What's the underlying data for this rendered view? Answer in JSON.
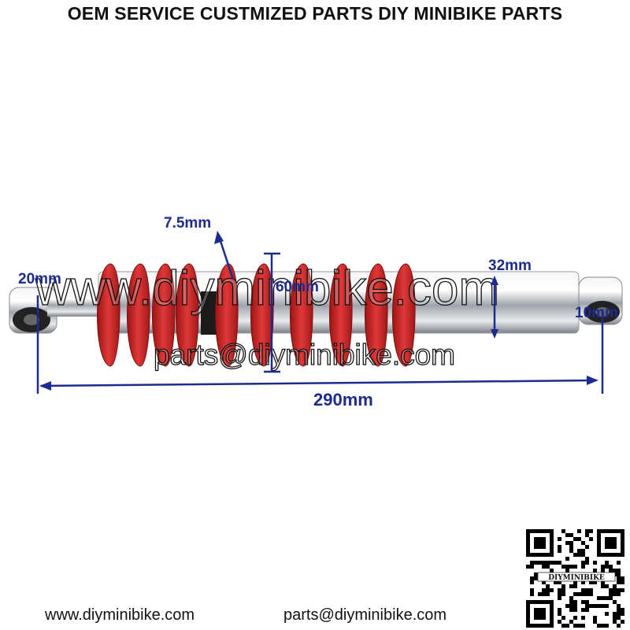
{
  "header": {
    "title": "OEM SERVICE CUSTMIZED PARTS DIY MINIBIKE PARTS"
  },
  "dimensions": {
    "wire": "7.5mm",
    "eye_left": "20mm",
    "spring_diameter": "60mm",
    "body_diameter": "32mm",
    "eye_right": "10mm",
    "length": "290mm"
  },
  "watermarks": {
    "website": "www.diyminibike.com",
    "email": "parts@diyminibike.com"
  },
  "footer": {
    "website": "www.diyminibike.com",
    "email": "parts@diyminibike.com"
  },
  "qr": {
    "label": "DIYMINIBIKE"
  },
  "colors": {
    "spring": "#d42a2a",
    "dimension": "#1d2b8f",
    "chrome": "#c9ccd1"
  }
}
